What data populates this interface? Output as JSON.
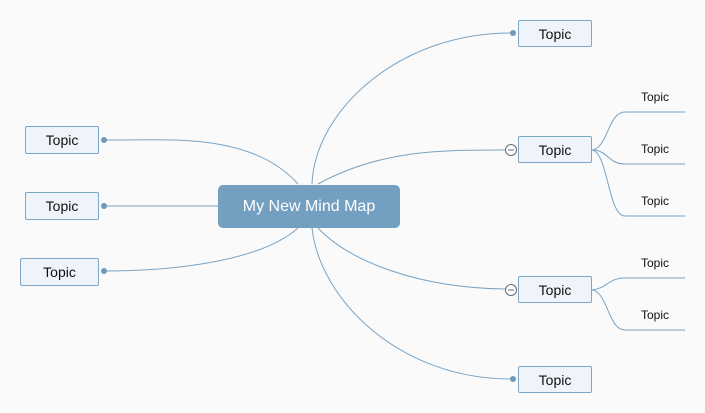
{
  "central_topic": "My New Mind Map",
  "left_topics": [
    "Topic",
    "Topic",
    "Topic"
  ],
  "right_topics": [
    "Topic",
    "Topic",
    "Topic",
    "Topic"
  ],
  "subtopics_group_1": [
    "Topic",
    "Topic",
    "Topic"
  ],
  "subtopics_group_2": [
    "Topic",
    "Topic"
  ],
  "colors": {
    "background": "#fafafa",
    "central_fill": "#739fc0",
    "topic_fill": "#eef4fa",
    "topic_border": "#7ea6c6",
    "connector": "#7aa3c3"
  },
  "icons": {
    "connector_dot": "dot",
    "collapse_toggle": "minus-circle-icon"
  }
}
